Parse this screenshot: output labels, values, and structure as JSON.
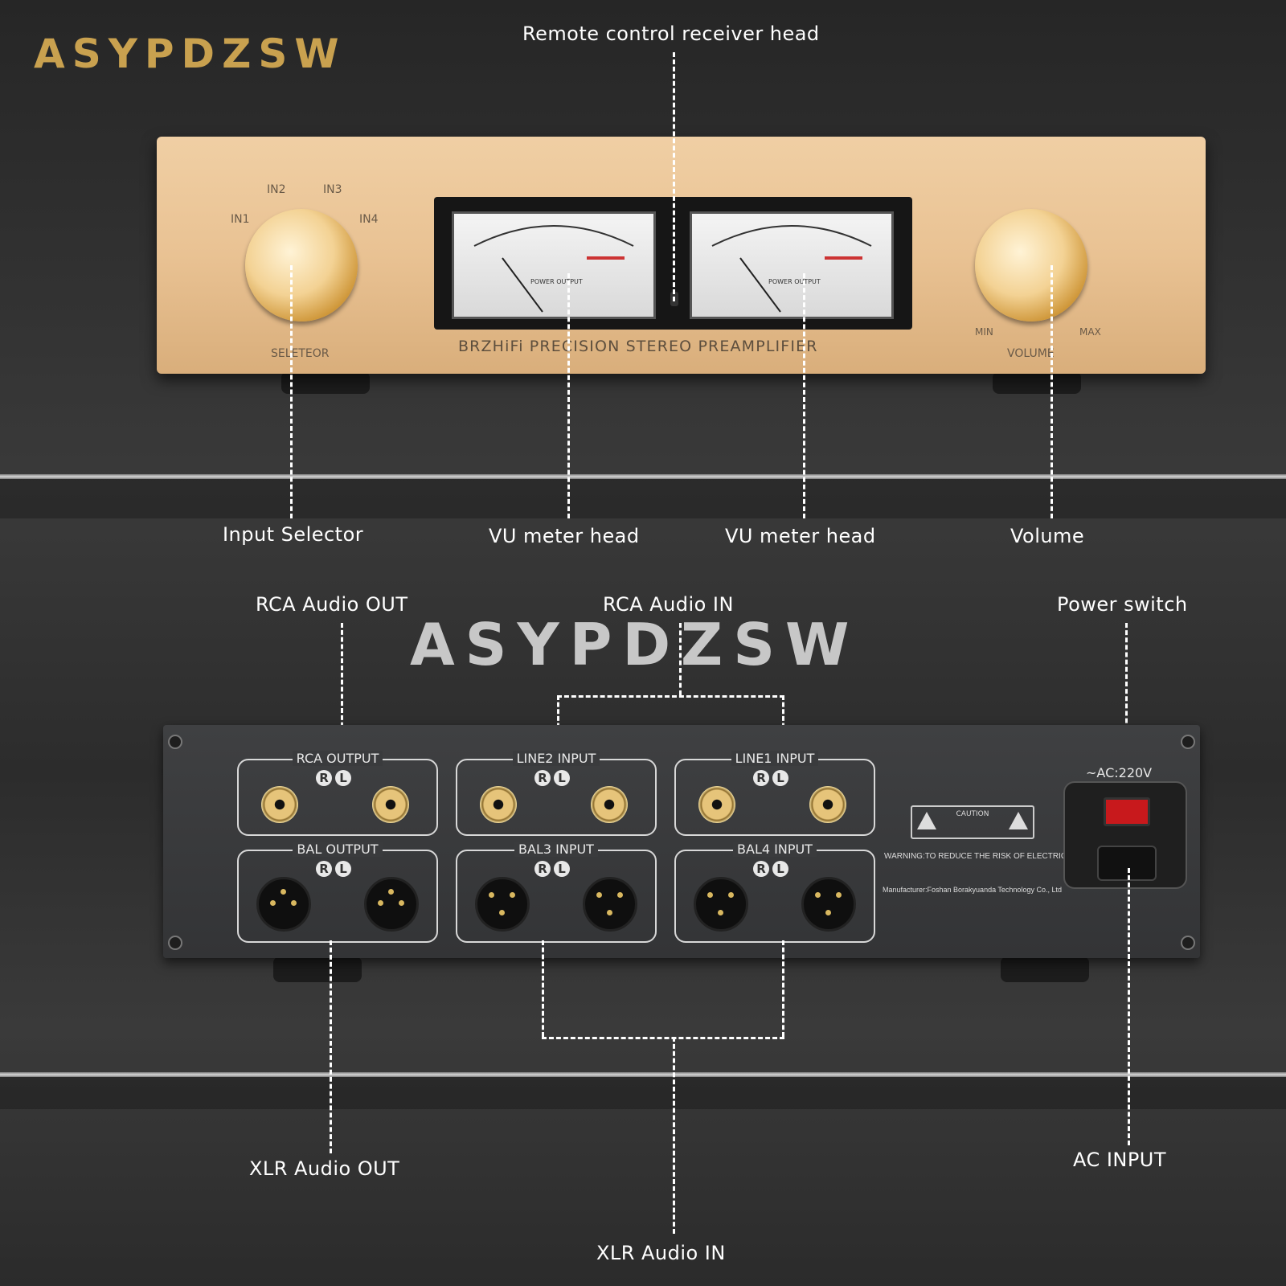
{
  "brand": {
    "top_logo": "ASYPDZSW",
    "watermark": "ASYPDZSW",
    "gold_color": "#c9a14f",
    "watermark_color": "#d8d8d8"
  },
  "front_panel": {
    "model_text": "BRZHiFi PRECISION STEREO PREAMPLIFIER",
    "selector_label": "SELETEOR",
    "inputs": [
      "IN1",
      "IN2",
      "IN3",
      "IN4"
    ],
    "volume_label": "VOLUME",
    "volume_min": "MIN",
    "volume_max": "MAX",
    "meter_caption": "POWER OUTPUT"
  },
  "rear_panel": {
    "groups": [
      "RCA OUTPUT",
      "LINE2 INPUT",
      "LINE1 INPUT",
      "BAL OUTPUT",
      "BAL3 INPUT",
      "BAL4 INPUT"
    ],
    "rl": [
      "R",
      "L"
    ],
    "ac_label": "~AC:220V",
    "caution": "CAUTION",
    "warning": "WARNING:TO REDUCE THE RISK OF ELECTRIC SHOCK",
    "manufacturer": "Manufacturer:Foshan Borakyuanda Technology Co., Ltd"
  },
  "callouts": {
    "remote_receiver": "Remote control receiver head",
    "input_selector": "Input Selector",
    "vu_meter_1": "VU meter head",
    "vu_meter_2": "VU meter head",
    "volume": "Volume",
    "rca_out": "RCA  Audio OUT",
    "rca_in": "RCA  Audio IN",
    "power_switch": "Power switch",
    "xlr_out": "XLR  Audio OUT",
    "ac_input": "AC INPUT",
    "xlr_in": "XLR  Audio IN"
  }
}
